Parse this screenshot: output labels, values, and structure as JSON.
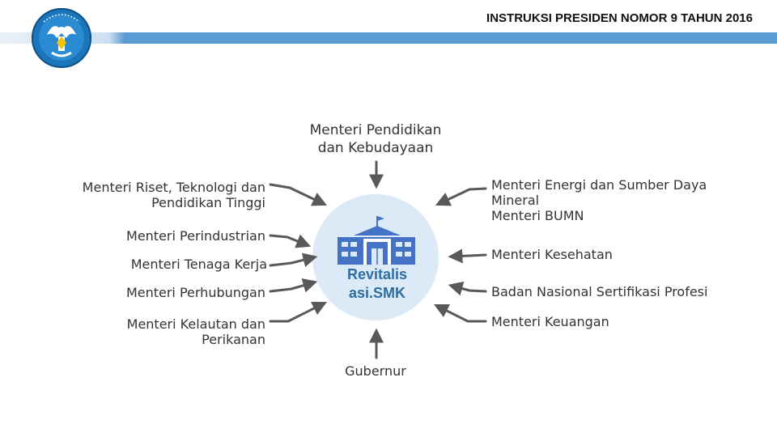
{
  "header": {
    "title": "INSTRUKSI PRESIDEN NOMOR 9 TAHUN 2016"
  },
  "logo": {
    "icon": "tut-wuri-handayani-emblem-icon",
    "accent": "#1b75bb"
  },
  "colors": {
    "bar": "#5b9bd5",
    "circle": "#dce9f6",
    "arrow": "#595959",
    "accent_text": "#2e6da4"
  },
  "center": {
    "label_line1": "Revitalis",
    "label_line2": "asi.SMK",
    "icon": "school-building-icon"
  },
  "top_node": {
    "line1": "Menteri Pendidikan",
    "line2": "dan Kebudayaan"
  },
  "bottom_node": {
    "label": "Gubernur"
  },
  "left_nodes": [
    {
      "line1": "Menteri Riset, Teknologi dan",
      "line2": "Pendidikan Tinggi"
    },
    {
      "line1": "Menteri Perindustrian"
    },
    {
      "line1": "Menteri Tenaga Kerja"
    },
    {
      "line1": "Menteri Perhubungan"
    },
    {
      "line1": "Menteri Kelautan dan",
      "line2": "Perikanan"
    }
  ],
  "right_nodes": [
    {
      "line1": "Menteri Energi dan Sumber Daya",
      "line2": "Mineral"
    },
    {
      "line1": "Menteri BUMN"
    },
    {
      "line1": "Menteri Kesehatan"
    },
    {
      "line1": "Badan Nasional Sertifikasi Profesi"
    },
    {
      "line1": "Menteri Keuangan"
    }
  ]
}
